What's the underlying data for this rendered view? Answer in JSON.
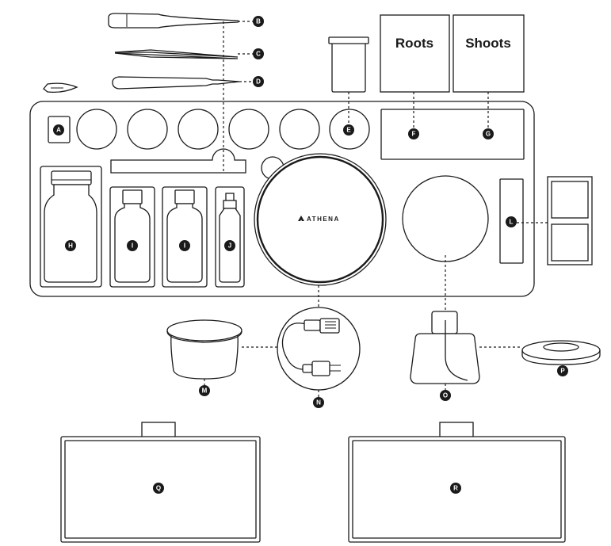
{
  "labels": {
    "a": "A",
    "b": "B",
    "c": "C",
    "d": "D",
    "e": "E",
    "f": "F",
    "g": "G",
    "h": "H",
    "i1": "I",
    "i2": "I",
    "j": "J",
    "l": "L",
    "m": "M",
    "n": "N",
    "o": "O",
    "p": "P",
    "q": "Q",
    "r": "R"
  },
  "boxes": {
    "roots": "Roots",
    "shoots": "Shoots"
  },
  "brand": {
    "name": "ATHENA"
  }
}
